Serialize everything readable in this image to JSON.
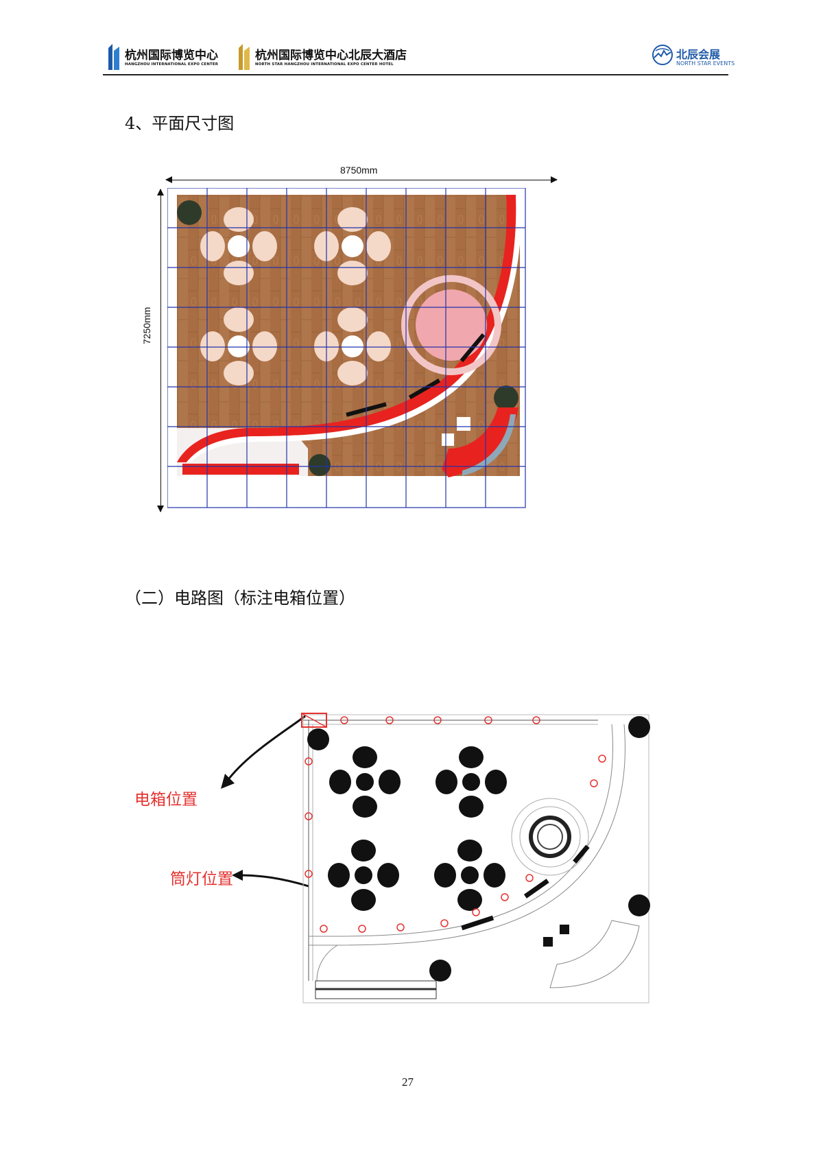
{
  "header": {
    "logo1_cn": "杭州国际博览中心",
    "logo1_en": "HANGZHOU INTERNATIONAL EXPO CENTER",
    "logo2_cn": "杭州国际博览中心北辰大酒店",
    "logo2_en": "NORTH STAR HANGZHOU INTERNATIONAL EXPO CENTER HOTEL",
    "logo3_cn": "北辰会展",
    "logo3_en": "NORTH STAR EVENTS",
    "colors": {
      "blue": "#1e5aa8",
      "gold": "#c79a2a"
    }
  },
  "section1": {
    "heading": "4、平面尺寸图",
    "width_label": "8750mm",
    "height_label": "7250mm"
  },
  "section2": {
    "heading": "（二）电路图（标注电箱位置）",
    "annot_box": "电箱位置",
    "annot_light": "筒灯位置"
  },
  "page_number": "27",
  "colors": {
    "red": "#e8231f",
    "wood": "#b0764b",
    "grid": "#2233aa",
    "annot_red": "#e4322f"
  }
}
